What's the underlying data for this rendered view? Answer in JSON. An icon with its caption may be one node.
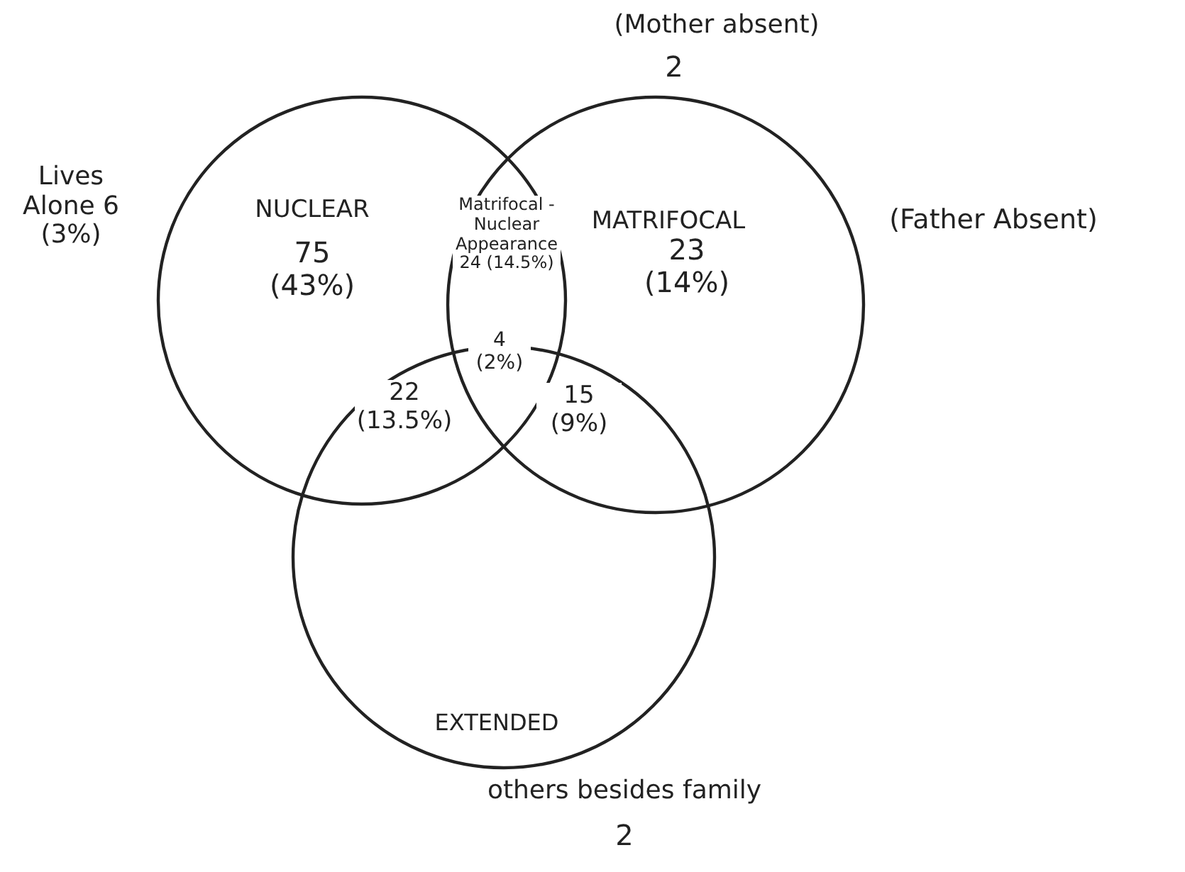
{
  "diagram": {
    "nodes": [
      {
        "text": [
          "NUCLEAR",
          "75 (43%)"
        ]
      },
      {
        "text": [
          "MATRIFOCAL",
          "23 (14%)"
        ],
        "beside": [
          "(Father Absent)"
        ]
      },
      {
        "text": [
          "EXTENDED"
        ]
      }
    ],
    "labels": [
      "(Mother absent)",
      "2",
      "Lives Alone 6 (3%)",
      "Matrifocal -Nuclear Appearance 24 (14.5%)",
      "4 (2%)",
      "22 (13.5%)",
      "15 (9%)",
      "others besides family",
      "2"
    ]
  }
}
